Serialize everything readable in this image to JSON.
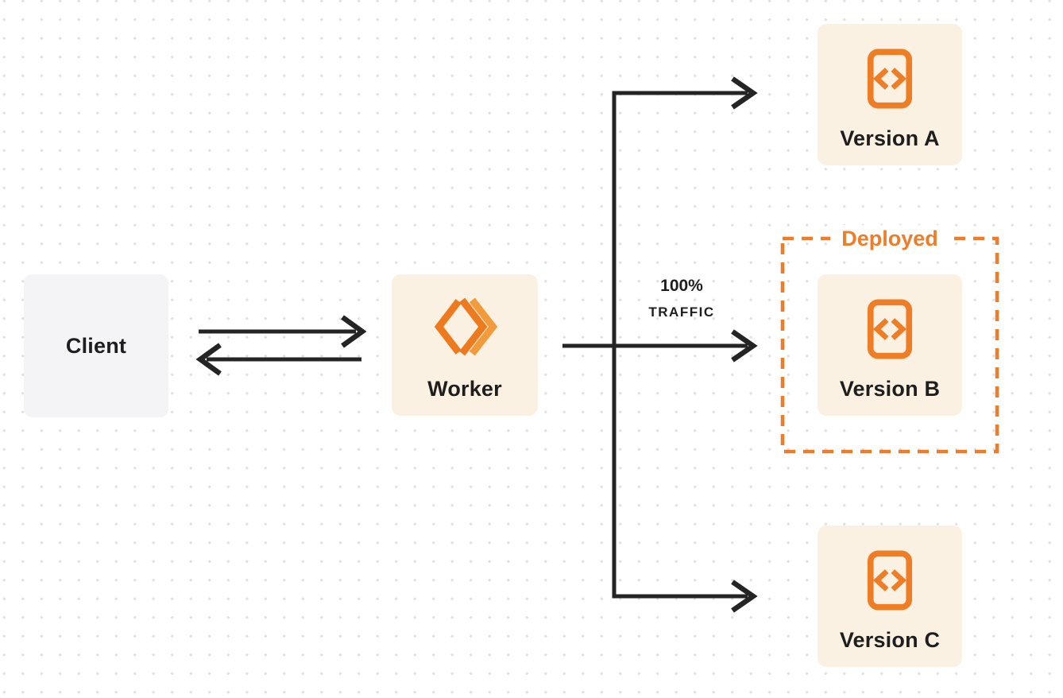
{
  "diagram": {
    "title": "Worker traffic routing between versions",
    "colors": {
      "accent_orange": "#ee7d2b",
      "worker_icon_orange": "#ee7a1f",
      "worker_icon_orange_light": "#f39a3a",
      "node_cream_bg": "#fbf1e3",
      "client_gray_bg": "#f4f4f6",
      "line_dark": "#242424",
      "text_dark": "#1e1e1e",
      "dot_grid_gray": "#e2e2e2"
    },
    "nodes": {
      "client": {
        "label": "Client"
      },
      "worker": {
        "label": "Worker",
        "icon": "workers-logo-icon"
      },
      "version_a": {
        "label": "Version A",
        "icon": "code-file-icon"
      },
      "version_b": {
        "label": "Version B",
        "icon": "code-file-icon"
      },
      "version_c": {
        "label": "Version C",
        "icon": "code-file-icon"
      }
    },
    "groups": {
      "deployed": {
        "label": "Deployed",
        "contains": "version_b"
      }
    },
    "edges": {
      "client_to_worker": {
        "type": "arrow-right"
      },
      "worker_to_client": {
        "type": "arrow-left"
      },
      "worker_to_version_a": {
        "type": "arrow-right"
      },
      "worker_to_version_b": {
        "type": "arrow-right",
        "label_line1": "100%",
        "label_line2": "TRAFFIC"
      },
      "worker_to_version_c": {
        "type": "arrow-right"
      }
    }
  }
}
